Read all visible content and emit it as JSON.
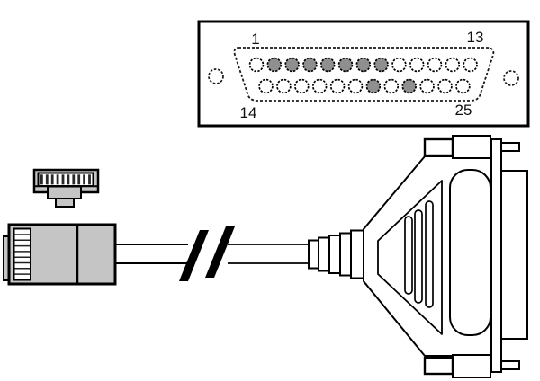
{
  "pinout": {
    "labels": {
      "pin1": "1",
      "pin13": "13",
      "pin14": "14",
      "pin25": "25"
    },
    "top_row": {
      "first": 1,
      "last": 13,
      "filled": [
        2,
        3,
        4,
        5,
        6,
        7,
        8
      ]
    },
    "bottom_row": {
      "first": 14,
      "last": 25,
      "filled": [
        20,
        22
      ]
    },
    "colors": {
      "filled": "#8f8f8f",
      "open": "#ffffff",
      "stroke": "#000000"
    }
  },
  "cable": {
    "left_connector": "rj45-modular-plug",
    "right_connector": "db25-backshell",
    "break_marks": 2,
    "colors": {
      "body": "#c5c5c5",
      "outline": "#000000",
      "background": "#ffffff"
    }
  }
}
